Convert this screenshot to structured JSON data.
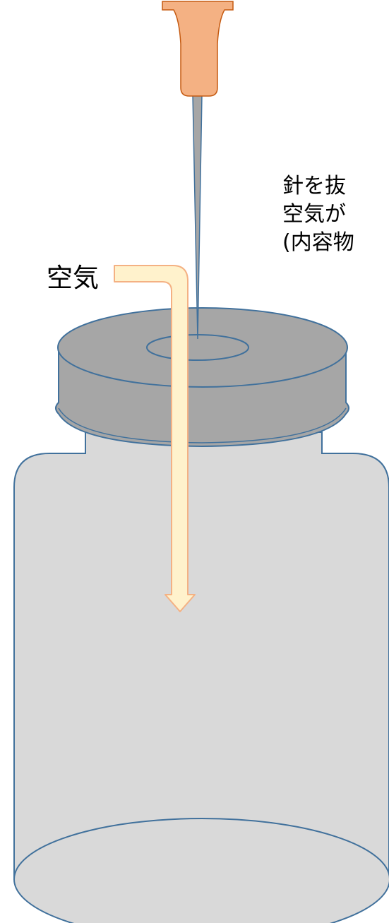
{
  "labels": {
    "air": "空気",
    "caption_lines": [
      "針を抜",
      "空気が",
      "(内容物"
    ]
  },
  "colors": {
    "outline": "#41719C",
    "vial_body": "#D9D9D9",
    "vial_cap": "#A6A6A6",
    "needle_hub": "#F4B183",
    "needle_hub_outline": "#C55A11",
    "needle": "#A6A6A6",
    "air_arrow_fill": "#FFF2CC",
    "air_arrow_outline": "#F4B183"
  }
}
